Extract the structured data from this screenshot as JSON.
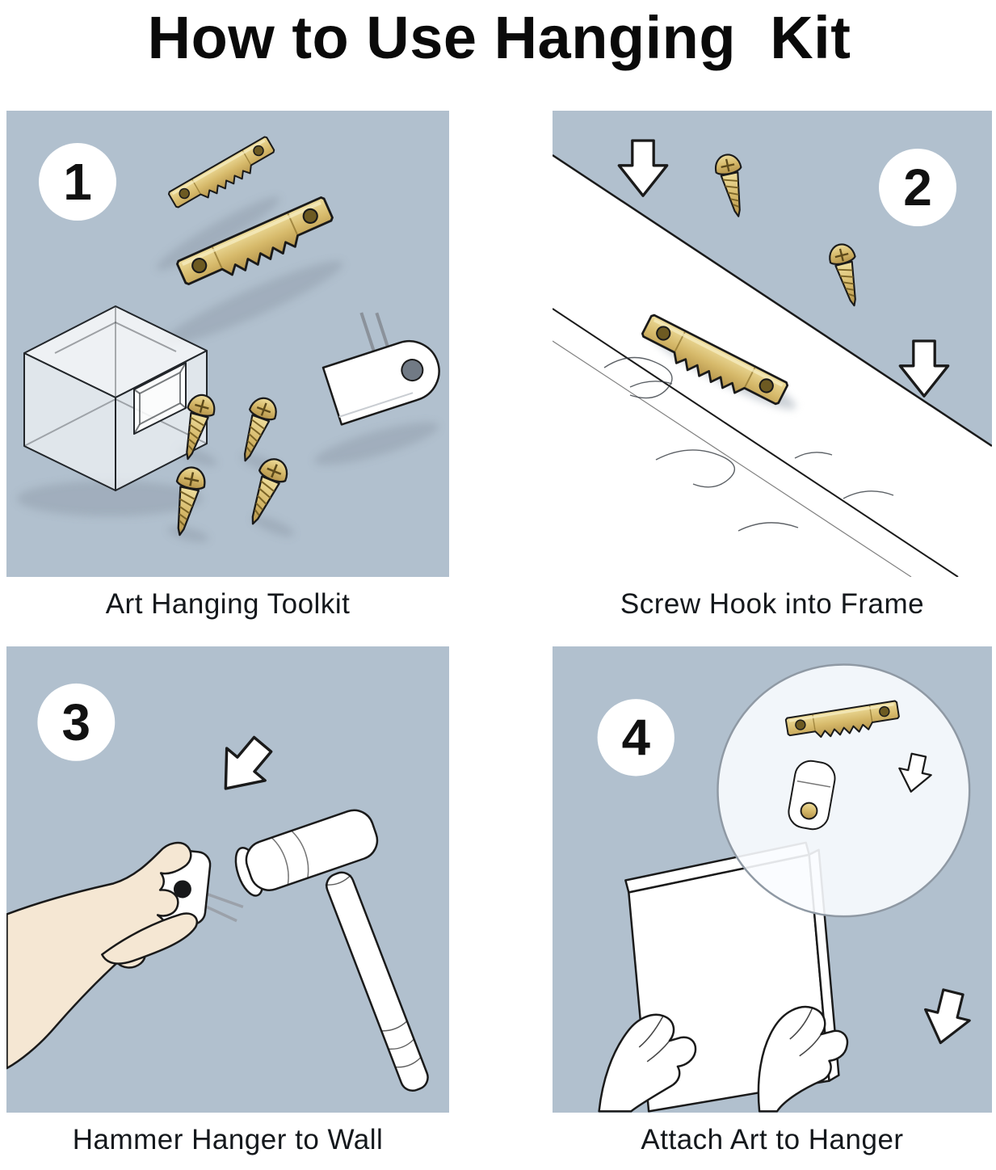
{
  "title": "How to Use Hanging  Kit",
  "steps": [
    {
      "number": "1",
      "caption": "Art Hanging Toolkit"
    },
    {
      "number": "2",
      "caption": "Screw Hook into Frame"
    },
    {
      "number": "3",
      "caption": "Hammer Hanger to Wall"
    },
    {
      "number": "4",
      "caption": "Attach Art to Hanger"
    }
  ],
  "colors": {
    "panel_background": "#b1c0ce",
    "brass": "#d6b96a",
    "brass_light": "#eedd9c",
    "brass_dark": "#b4934a",
    "outline": "#1a1a1a",
    "skin": "#f5e7d3",
    "shadow": "#8d99a7",
    "white": "#ffffff"
  },
  "icons": {
    "sawtooth_hanger": "sawtooth-hanger-icon",
    "screw": "screw-icon",
    "wall_hook": "wall-hook-icon",
    "storage_box": "storage-box-icon",
    "down_arrow": "down-arrow-icon",
    "frame_strip": "frame-strip",
    "hand": "hand-icon",
    "hammer": "hammer-icon",
    "magnifier": "magnifier-circle",
    "canvas": "canvas-frame"
  }
}
